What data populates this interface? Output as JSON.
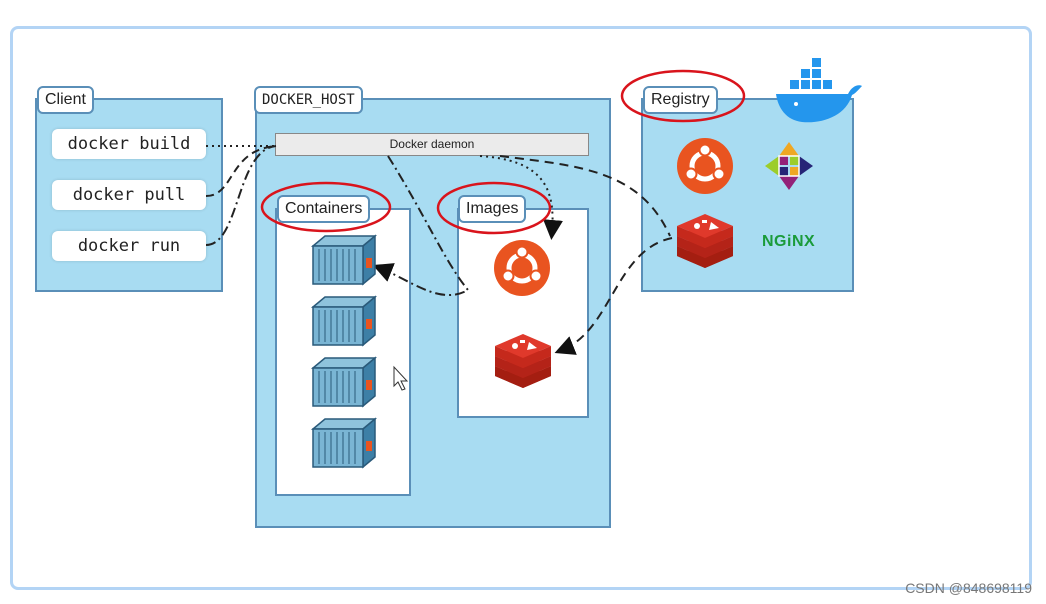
{
  "client": {
    "title": "Client",
    "commands": [
      "docker build",
      "docker pull",
      "docker run"
    ]
  },
  "docker_host": {
    "title": "DOCKER_HOST",
    "daemon_label": "Docker daemon",
    "containers_label": "Containers",
    "images_label": "Images"
  },
  "registry": {
    "title": "Registry",
    "nginx_label": "NGiNX"
  },
  "watermark": "CSDN @848698119",
  "colors": {
    "panel_fill": "#a8dcf2",
    "panel_border": "#5a8fb8",
    "highlight_ellipse": "#d9141c",
    "ubuntu_orange": "#e95420",
    "redis_red": "#d82c20",
    "nginx_green": "#1a9b3a",
    "docker_whale": "#2496ed"
  },
  "icons": [
    "docker-whale-icon",
    "ubuntu-icon",
    "centos-icon",
    "redis-icon",
    "container-icon",
    "mouse-cursor-icon"
  ]
}
